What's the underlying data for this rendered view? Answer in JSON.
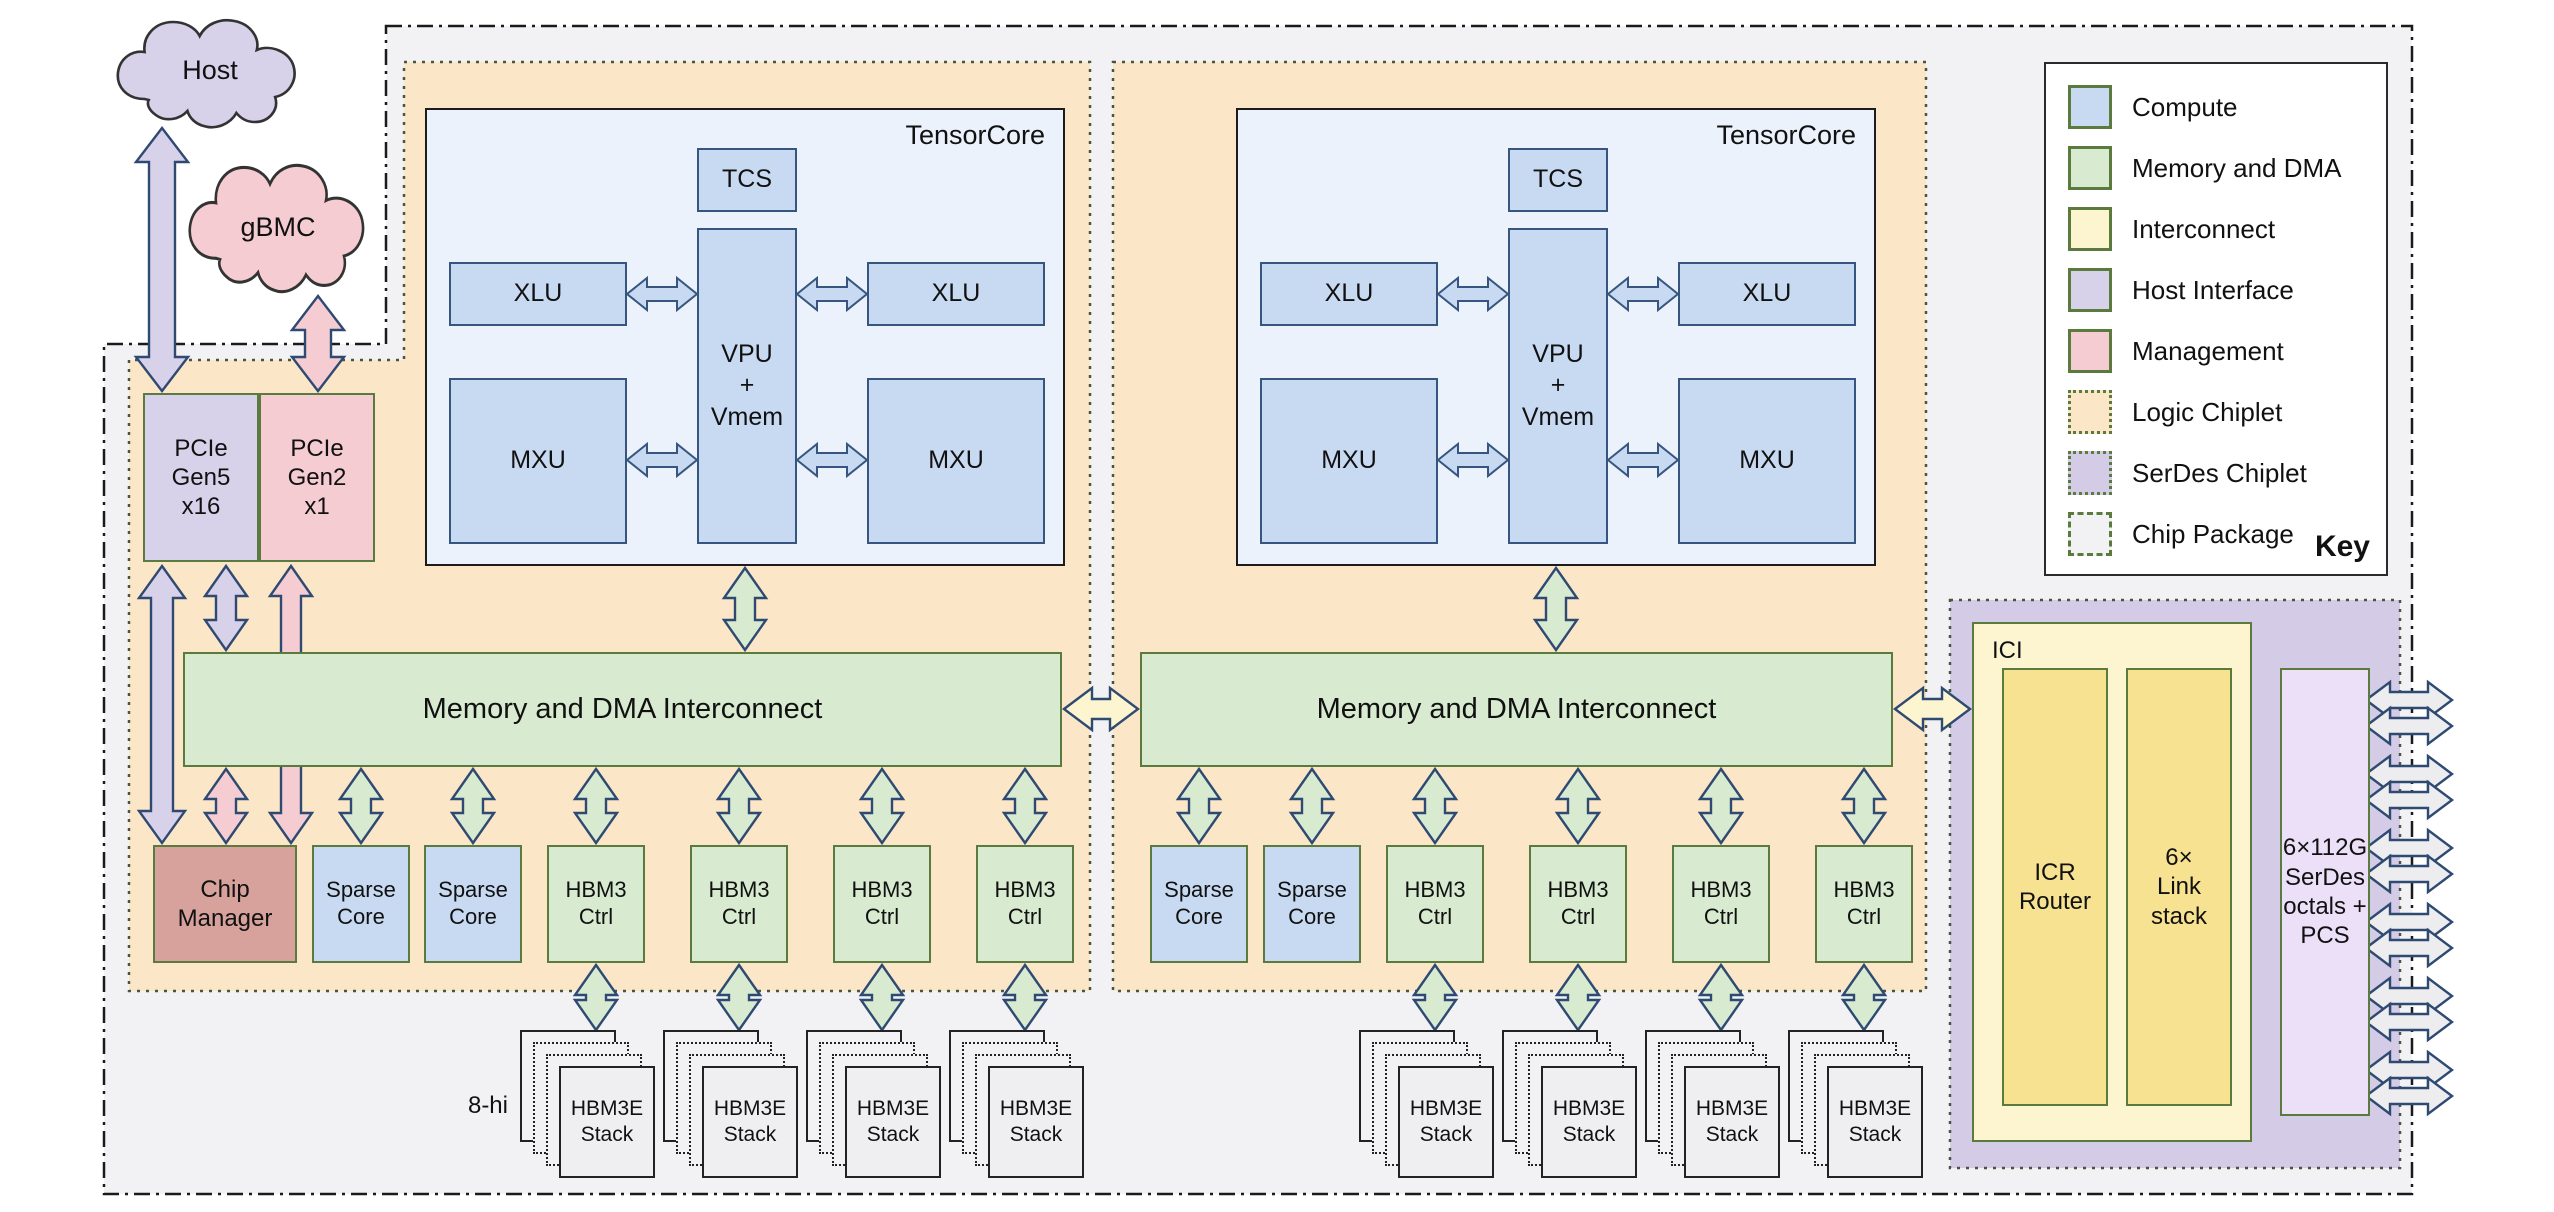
{
  "clouds": {
    "host": "Host",
    "gbmc": "gBMC"
  },
  "host_interface": {
    "pcie_gen5": "PCIe\nGen5\nx16",
    "pcie_gen2": "PCIe\nGen2\nx1"
  },
  "tensorcore": {
    "title": "TensorCore",
    "tcs": "TCS",
    "xlu": "XLU",
    "vpu": "VPU\n+\nVmem",
    "mxu": "MXU"
  },
  "interconnect_bar_label": "Memory and DMA Interconnect",
  "chip_manager": "Chip\nManager",
  "sparse_core": "Sparse\nCore",
  "hbm3_ctrl": "HBM3\nCtrl",
  "hbm3e_stack": "HBM3E\nStack",
  "stack_height_note": "8-hi",
  "ici": {
    "title": "ICI",
    "icr_router": "ICR\nRouter",
    "link_stack": "6×\nLink\nstack"
  },
  "serdes_block": "6×112G\nSerDes\noctals +\nPCS",
  "legend": {
    "title": "Key",
    "items": [
      {
        "label": "Compute",
        "swatch": "compute"
      },
      {
        "label": "Memory and DMA",
        "swatch": "memory"
      },
      {
        "label": "Interconnect",
        "swatch": "interconnect"
      },
      {
        "label": "Host Interface",
        "swatch": "host"
      },
      {
        "label": "Management",
        "swatch": "management"
      },
      {
        "label": "Logic Chiplet",
        "swatch": "logic-chiplet"
      },
      {
        "label": "SerDes Chiplet",
        "swatch": "serdes-chiplet"
      },
      {
        "label": "Chip Package",
        "swatch": "chip-package"
      }
    ]
  },
  "colors": {
    "compute_fill": "#c8d9f2",
    "memory_fill": "#d8ebd1",
    "interconnect_fill": "#fdf4d0",
    "interconnect_inner_fill": "#f6e290",
    "host_fill": "#d8d1ea",
    "management_fill": "#f5ccd2",
    "chip_manager_fill": "#d7a29c",
    "logic_chiplet_fill": "#fce6c8",
    "serdes_chiplet_fill": "#d4cce6",
    "serdes_block_fill": "#ecdff8",
    "package_fill": "#f2f2f4",
    "stack_fill": "#efeff1",
    "tensorcore_fill": "#ebf2fc",
    "arrow_outline": "#2e4a72",
    "grey_arrow_fill": "#ededef",
    "green_border": "#5a7a3e",
    "blue_border": "#36557f"
  }
}
